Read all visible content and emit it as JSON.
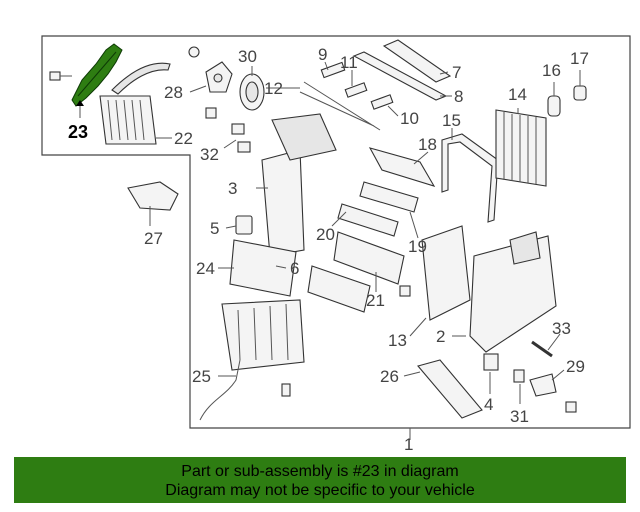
{
  "callouts": [
    "1",
    "2",
    "3",
    "4",
    "5",
    "6",
    "7",
    "8",
    "9",
    "10",
    "11",
    "12",
    "13",
    "14",
    "15",
    "16",
    "17",
    "18",
    "19",
    "20",
    "21",
    "22",
    "23",
    "24",
    "25",
    "26",
    "27",
    "28",
    "29",
    "30",
    "31",
    "32",
    "33"
  ],
  "highlight_part": "23",
  "highlight_color": "#2e7d12",
  "banner": {
    "line1": "Part or sub-assembly is #23 in diagram",
    "line2": "Diagram may not be specific to your vehicle",
    "background": "#2e7d12"
  }
}
